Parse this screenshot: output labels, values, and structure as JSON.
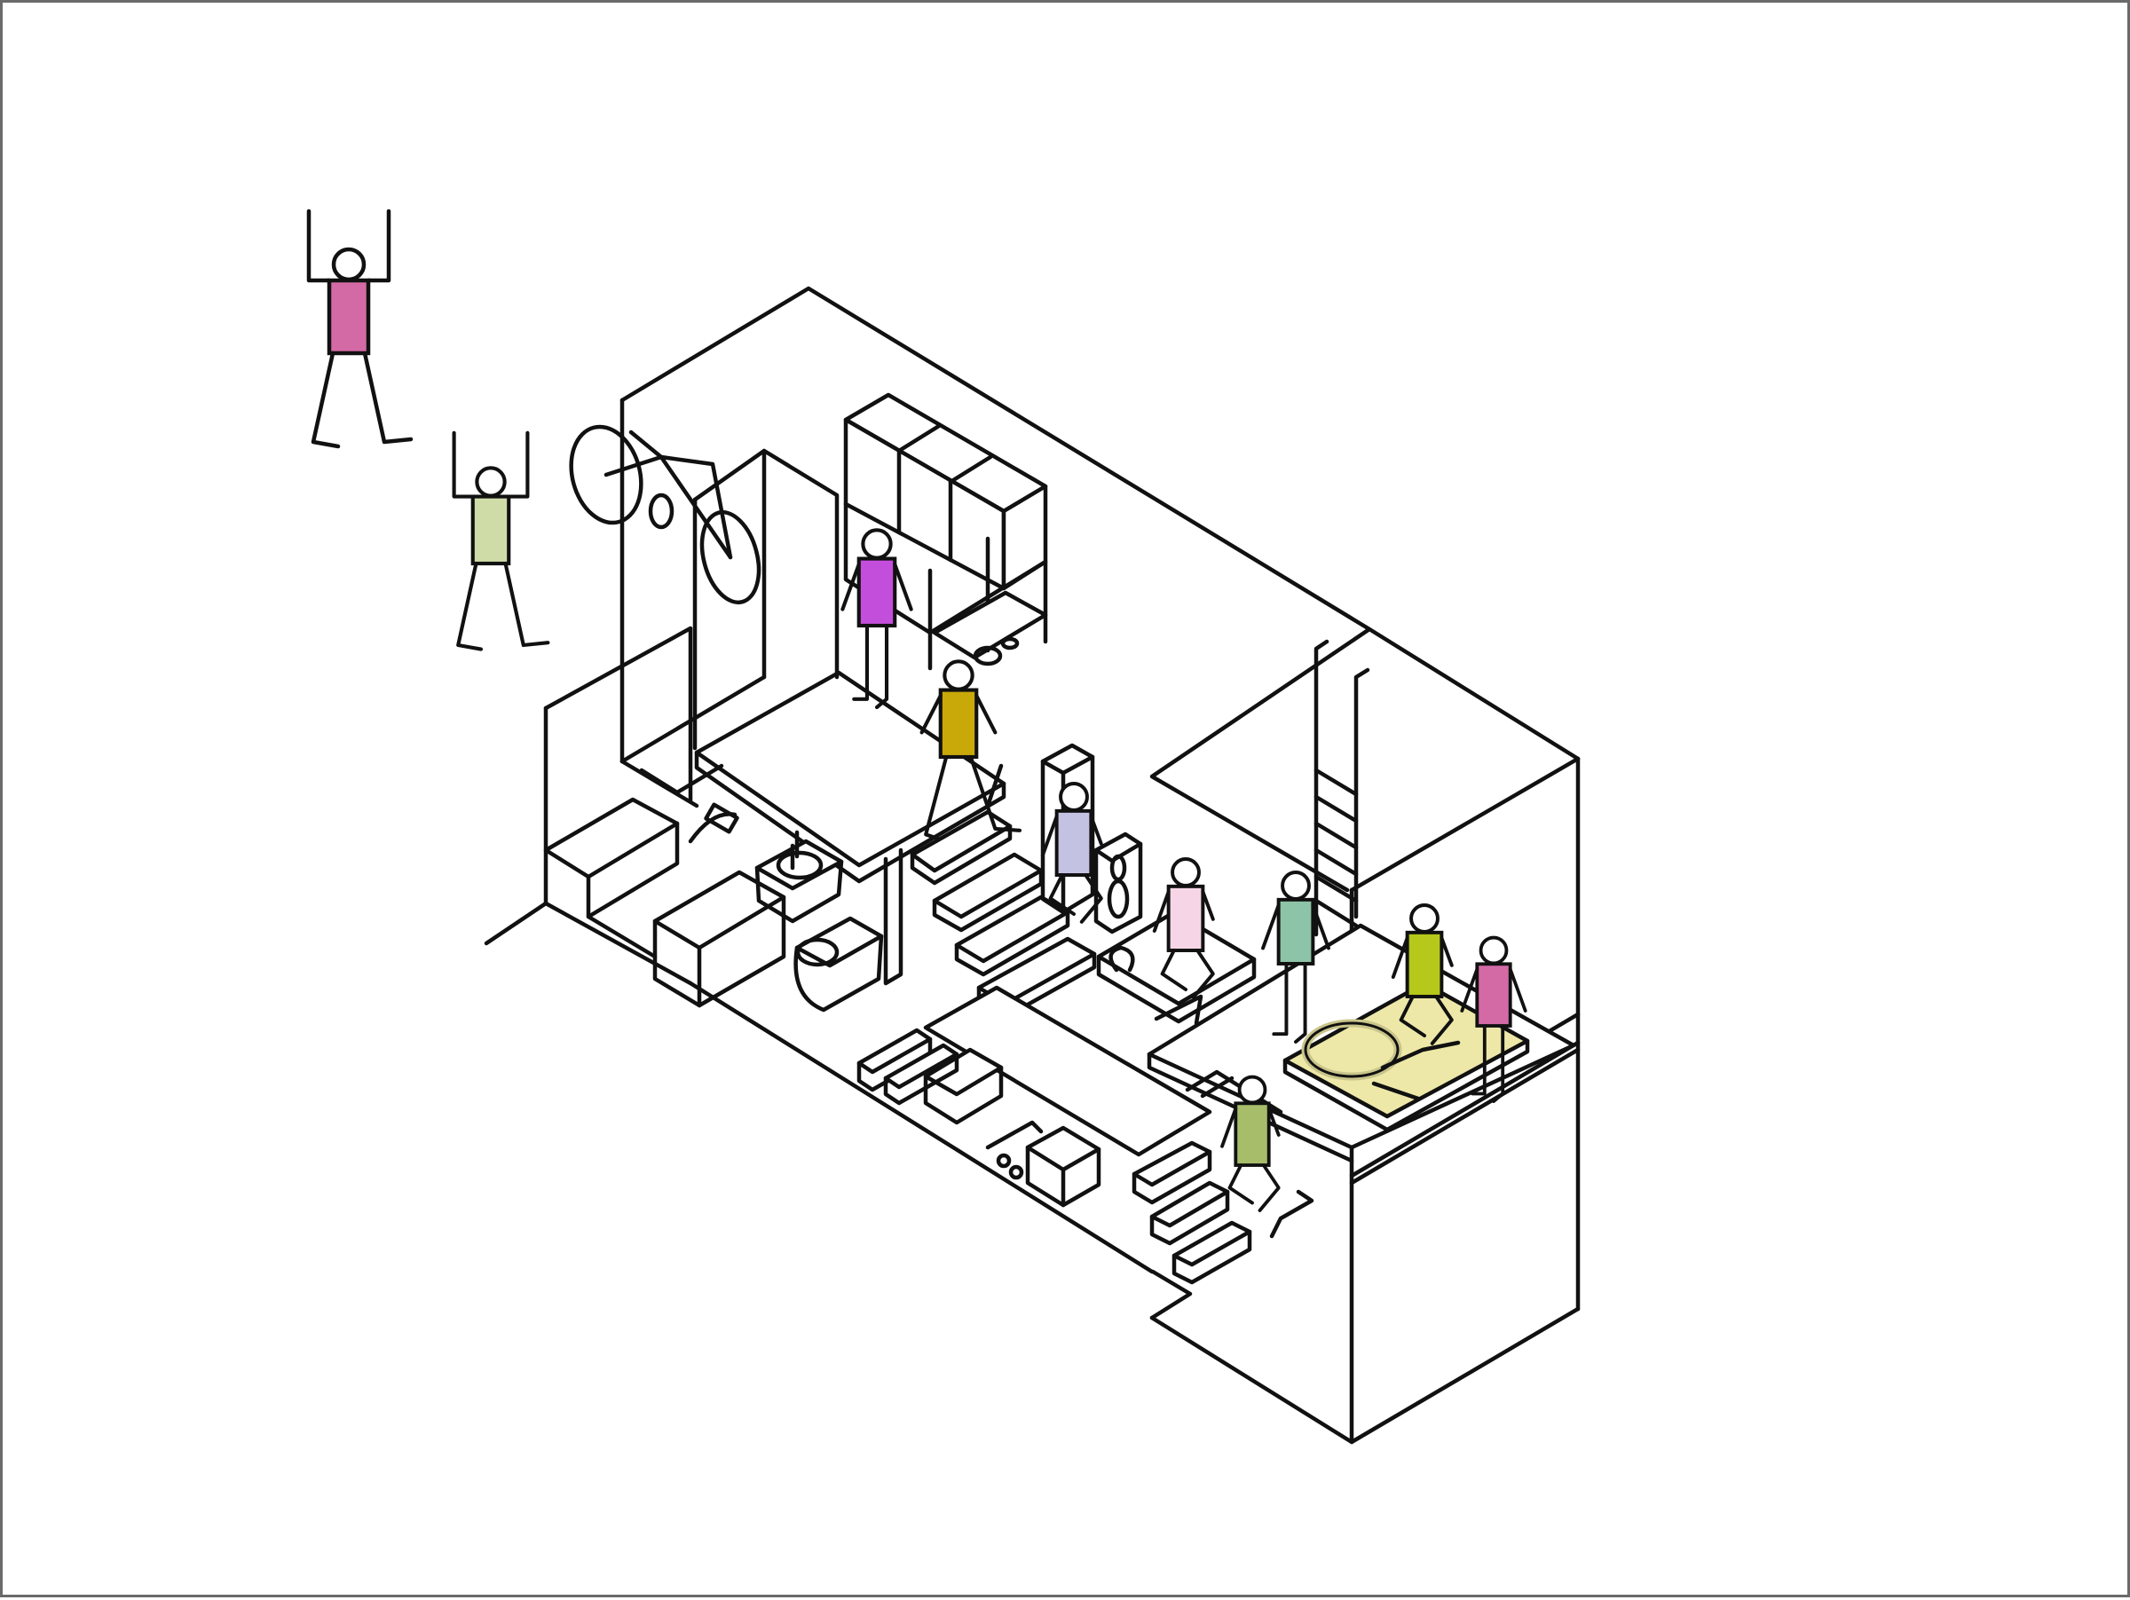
{
  "palette": {
    "line": "#111111",
    "background": "#ffffff",
    "frame_border": "#6a6a6a",
    "sofa_fill": "#ede8a8",
    "sofa_ring": "#c9c58a"
  },
  "figures": [
    {
      "id": "fig-pink-arms-up",
      "shirt": "#d36aa5",
      "pose": "arms-up"
    },
    {
      "id": "fig-sage-arms-up",
      "shirt": "#cfdca8",
      "pose": "arms-up"
    },
    {
      "id": "fig-violet-standing",
      "shirt": "#c44edc",
      "pose": "standing"
    },
    {
      "id": "fig-mustard-walking",
      "shirt": "#c9a80a",
      "pose": "walking"
    },
    {
      "id": "fig-lavender-sitting",
      "shirt": "#c3c2e2",
      "pose": "sitting"
    },
    {
      "id": "fig-light-pink-sitting",
      "shirt": "#f6d6e6",
      "pose": "sitting"
    },
    {
      "id": "fig-teal-standing",
      "shirt": "#8dc3a6",
      "pose": "standing"
    },
    {
      "id": "fig-lime-sitting",
      "shirt": "#b6c81a",
      "pose": "sitting"
    },
    {
      "id": "fig-magenta-standing",
      "shirt": "#d36aa5",
      "pose": "standing"
    },
    {
      "id": "fig-olive-sitting",
      "shirt": "#a7bd6a",
      "pose": "sitting"
    }
  ]
}
